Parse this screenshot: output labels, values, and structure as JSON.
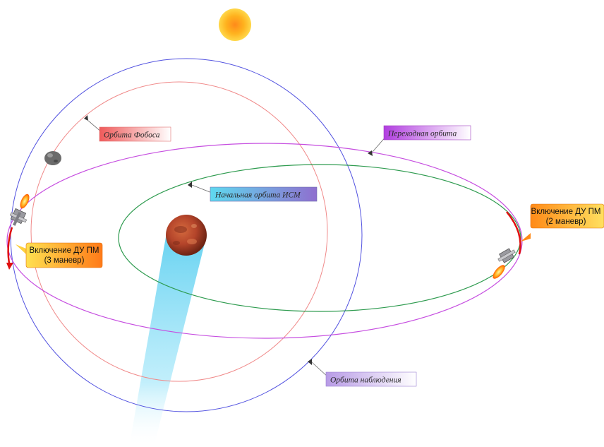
{
  "labels": {
    "phobos_orbit": "Орбита Фобоса",
    "transfer_orbit": "Переходная орбита",
    "initial_orbit": "Начальная орбита ИСМ",
    "observation_orbit": "Орбита наблюдения"
  },
  "maneuvers": {
    "second": {
      "line1": "Включение ДУ ПМ",
      "line2": "(2 маневр)"
    },
    "third": {
      "line1": "Включение ДУ ПМ",
      "line2": "(3 маневр)"
    }
  },
  "colors": {
    "observation_orbit": "#5252e0",
    "phobos_orbit": "#f08a8a",
    "transfer_orbit": "#c64ee0",
    "initial_orbit": "#2e9b4f",
    "burn_arc": "#e01010",
    "sun": "#ffb000",
    "mars": "#b8482a",
    "shadow": "#7fd8f2"
  },
  "icons": {
    "sun": "sun-icon",
    "mars": "mars-planet",
    "phobos": "phobos-moon",
    "spacecraft": "spacecraft-icon"
  }
}
